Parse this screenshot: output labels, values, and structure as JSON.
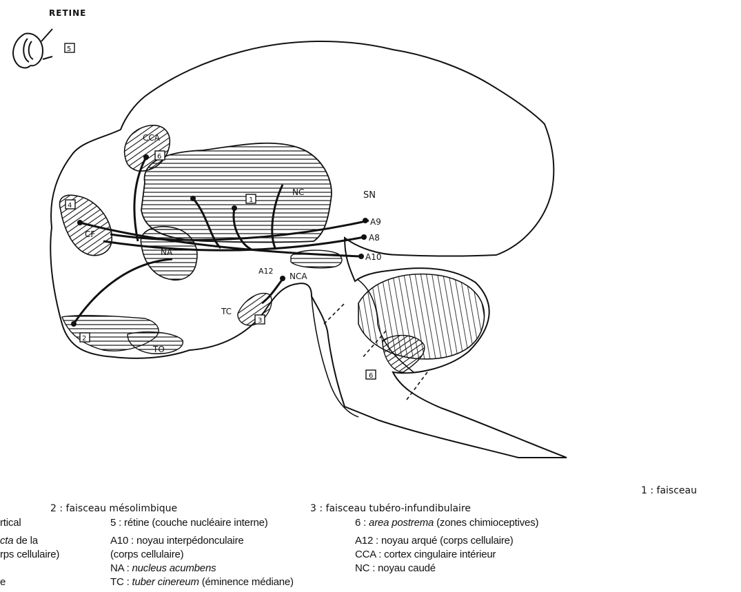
{
  "labels": {
    "retine": "RETINE",
    "box5_top": "5",
    "cca": "CCA",
    "box6_top": "6",
    "box4": "4",
    "cf": "CF",
    "nc": "NC",
    "box1": "1",
    "sn": "SN",
    "a9": "A9",
    "a8": "A8",
    "a10": "A10",
    "na": "NA",
    "a12": "A12",
    "nca": "NCA",
    "tc": "TC",
    "box3": "3",
    "box2": "2",
    "to": "TO",
    "box6_bottom": "6"
  },
  "legend": {
    "l1": "1 : faisceau",
    "l2": "2 : faisceau mésolimbique",
    "l3": "3 : faisceau tubéro-infundibulaire",
    "l4_tail": "rtical",
    "l5": "5 : rétine (couche nucléaire interne)",
    "l6_prefix": "6 : ",
    "l6_italic": "area postrema",
    "l6_suffix": " (zones chimioceptives)",
    "la9_italic": "cta",
    "la9_rest": " de la",
    "la9_line2": "rps cellulaire)",
    "a10_line1": "A10 : noyau interpédonculaire",
    "a10_line2": "(corps cellulaire)",
    "a12": "A12 : noyau arqué (corps cellulaire)",
    "cca": "CCA : cortex cingulaire intérieur",
    "na_prefix": "NA : ",
    "na_italic": "nucleus acumbens",
    "nc": "NC : noyau caudé",
    "e_tail": "e",
    "tc_prefix": "TC : ",
    "tc_italic": "tuber cinereum",
    "tc_suffix": " (éminence médiane)"
  }
}
